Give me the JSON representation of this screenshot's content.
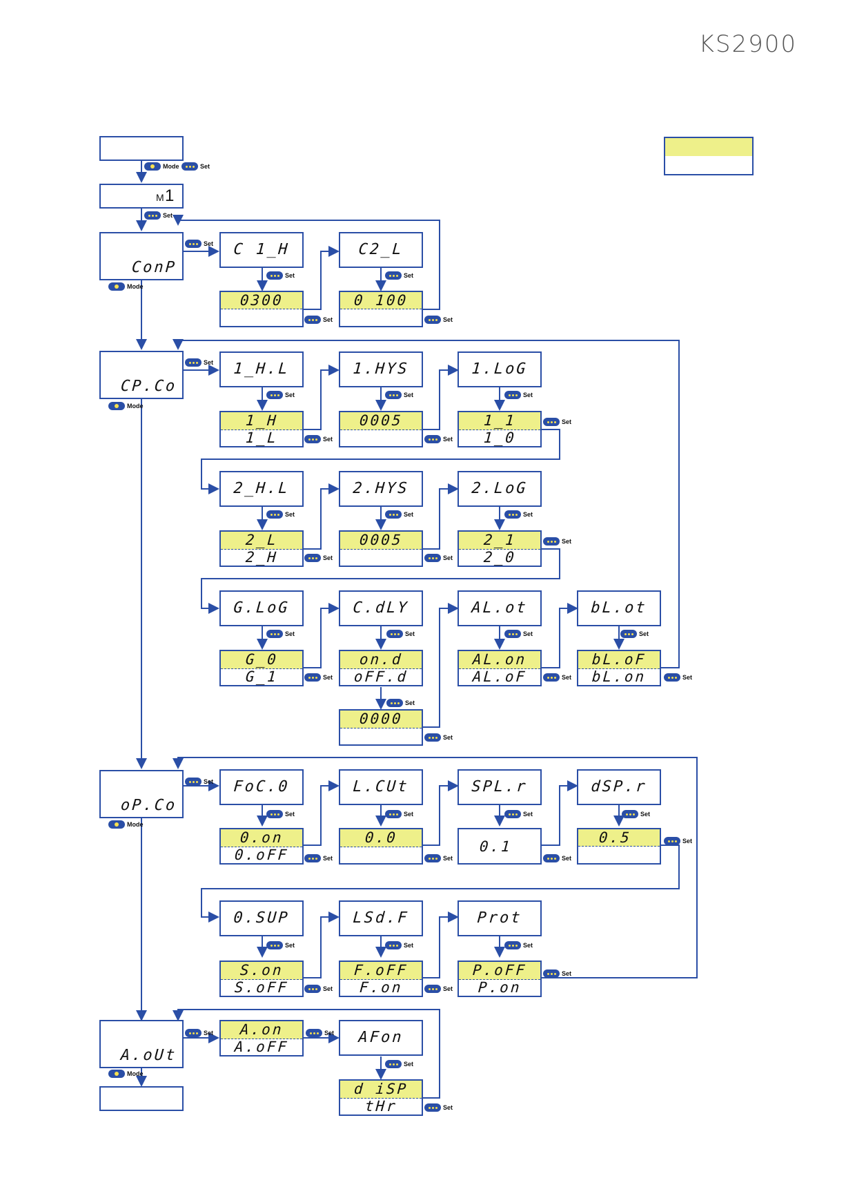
{
  "brand": "KS2900",
  "legend": {
    "top": "",
    "bottom": ""
  },
  "buttons": {
    "mode": "Mode",
    "set": "Set"
  },
  "main": {
    "start": "",
    "m1": {
      "prefix": "M",
      "suffix": "1"
    },
    "comp": "ConP",
    "cpco": "CP.Co",
    "opco": "oP.Co",
    "aout": "A.oUt",
    "end": ""
  },
  "comp_menu": {
    "c1h": "C 1_H",
    "c1h_value": "0300",
    "c2l": "C2_L",
    "c2l_value": "0 100"
  },
  "cpco_menu": {
    "row1": {
      "p1": "1_H.L",
      "v1": [
        "1_H",
        "1_L"
      ],
      "p2": "1.HYS",
      "v2": [
        "0005",
        ""
      ],
      "p3": "1.LoG",
      "v3": [
        "1_1",
        "1_0"
      ]
    },
    "row2": {
      "p1": "2_H.L",
      "v1": [
        "2_L",
        "2_H"
      ],
      "p2": "2.HYS",
      "v2": [
        "0005",
        ""
      ],
      "p3": "2.LoG",
      "v3": [
        "2_1",
        "2_0"
      ]
    },
    "row3": {
      "p1": "G.LoG",
      "v1": [
        "G_0",
        "G_1"
      ],
      "p2": "C.dLY",
      "v2": [
        "on.d",
        "oFF.d"
      ],
      "p2_extra": "0000",
      "p3": "AL.ot",
      "v3": [
        "AL.on",
        "AL.oF"
      ],
      "p4": "bL.ot",
      "v4": [
        "bL.oF",
        "bL.on"
      ]
    }
  },
  "opco_menu": {
    "row1": {
      "p1": "FoC.0",
      "v1": [
        "0.on",
        "0.oFF"
      ],
      "p2": "L.CUt",
      "v2": [
        "0.0",
        ""
      ],
      "p3": "SPL.r",
      "v3": [
        "0.1"
      ],
      "p4": "dSP.r",
      "v4": [
        "0.5",
        ""
      ]
    },
    "row2": {
      "p1": "0.SUP",
      "v1": [
        "S.on",
        "S.oFF"
      ],
      "p2": "LSd.F",
      "v2": [
        "F.oFF",
        "F.on"
      ],
      "p3": "Prot",
      "v3": [
        "P.oFF",
        "P.on"
      ]
    }
  },
  "aout_menu": {
    "v1": [
      "A.on",
      "A.oFF"
    ],
    "p2": "AFon",
    "v2": [
      "d iSP",
      "tHr"
    ]
  },
  "colors": {
    "line": "#2a4ea6",
    "highlight": "#eef08a",
    "button": "#2a4ea6",
    "button_dot": "#f6e050"
  }
}
